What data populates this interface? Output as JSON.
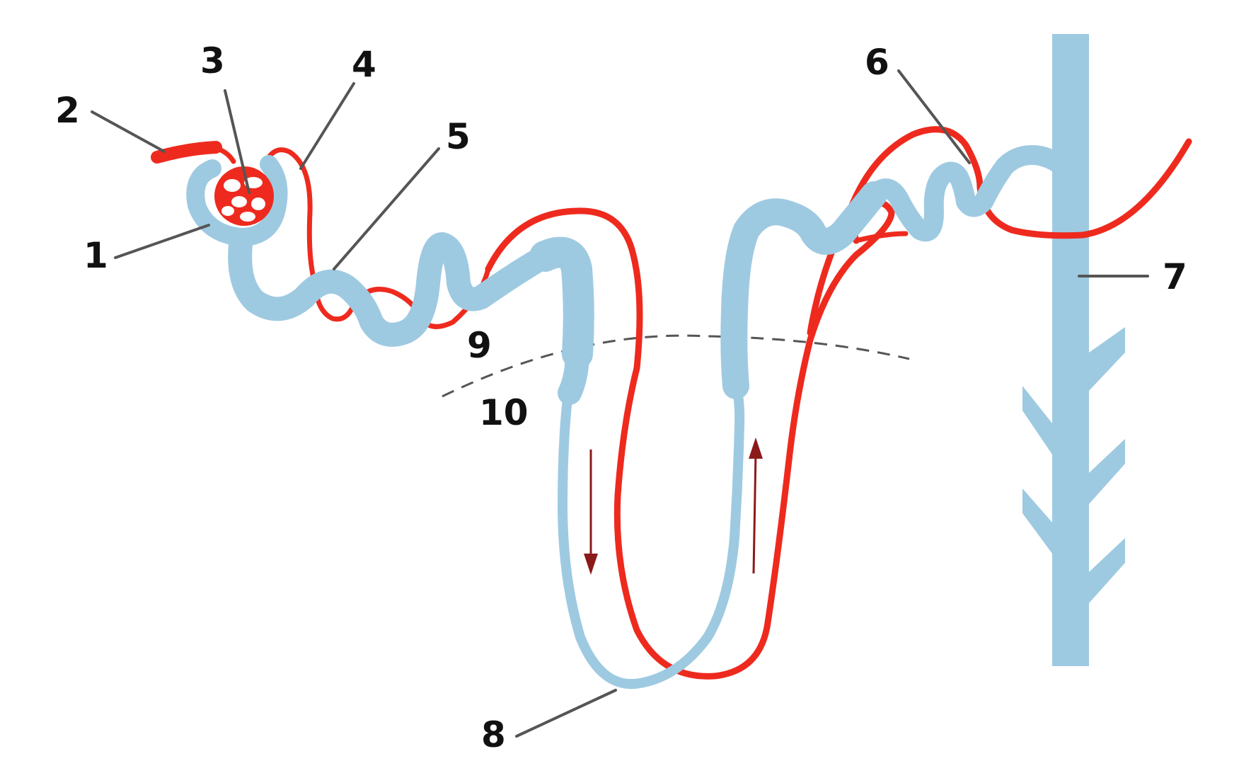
{
  "labels": {
    "l1": "1",
    "l2": "2",
    "l3": "3",
    "l4": "4",
    "l5": "5",
    "l6": "6",
    "l7": "7",
    "l8": "8",
    "l9": "9",
    "l10": "10"
  },
  "colors": {
    "tubule": "#9ecae1",
    "vessel": "#ee2a1e",
    "arrow": "#8b1a1a",
    "leader": "#555555",
    "boundary": "#555555",
    "text": "#111111"
  }
}
